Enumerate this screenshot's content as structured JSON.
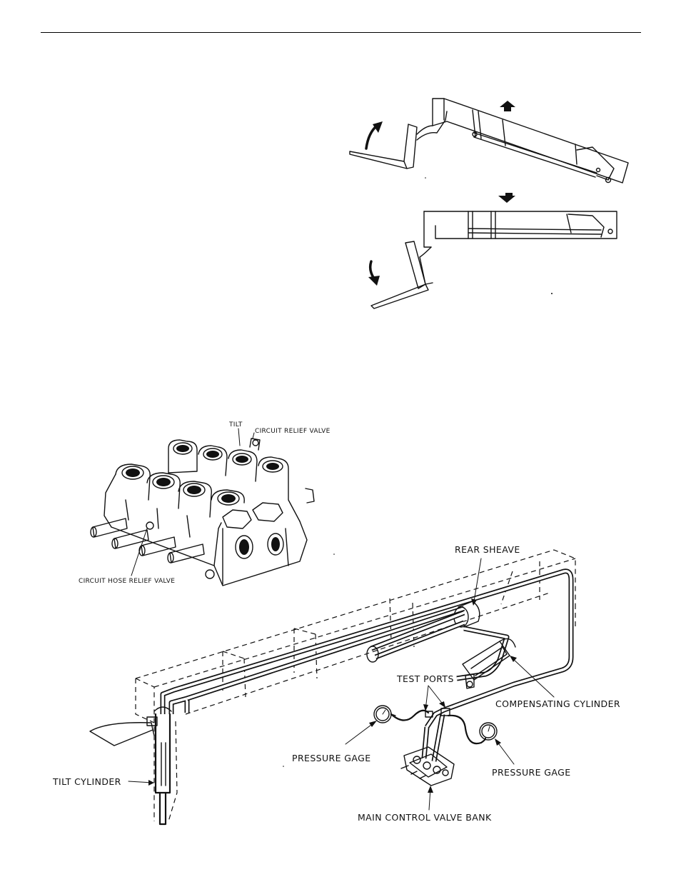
{
  "labels": {
    "tilt": "TILT",
    "circuit_relief_valve": "CIRCUIT RELIEF VALVE",
    "circuit_hose_relief_valve": "CIRCUIT HOSE RELIEF VALVE",
    "rear_sheave": "REAR SHEAVE",
    "test_ports": "TEST PORTS",
    "compensating_cylinder": "COMPENSATING CYLINDER",
    "pressure_gage_left": "PRESSURE GAGE",
    "pressure_gage_right": "PRESSURE GAGE",
    "tilt_cylinder": "TILT CYLINDER",
    "main_control_valve_bank": "MAIN CONTROL VALVE BANK"
  },
  "icons": {
    "up_arrow": "arrow-up-icon",
    "down_arrow": "arrow-down-icon",
    "curved_up_arrow": "curved-arrow-up-icon",
    "curved_down_arrow": "curved-arrow-down-icon"
  }
}
